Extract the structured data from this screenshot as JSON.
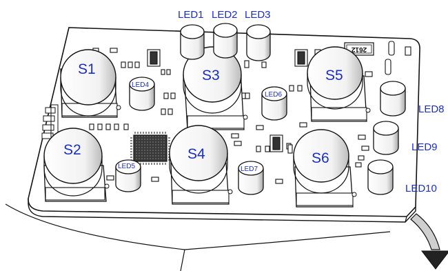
{
  "diagram": {
    "switches": [
      {
        "id": "s1",
        "label": "S1"
      },
      {
        "id": "s2",
        "label": "S2"
      },
      {
        "id": "s3",
        "label": "S3"
      },
      {
        "id": "s4",
        "label": "S4"
      },
      {
        "id": "s5",
        "label": "S5"
      },
      {
        "id": "s6",
        "label": "S6"
      }
    ],
    "leds": [
      {
        "id": "led1",
        "label": "LED1"
      },
      {
        "id": "led2",
        "label": "LED2"
      },
      {
        "id": "led3",
        "label": "LED3"
      },
      {
        "id": "led4",
        "label": "LED4"
      },
      {
        "id": "led5",
        "label": "LED5"
      },
      {
        "id": "led6",
        "label": "LED6"
      },
      {
        "id": "led7",
        "label": "LED7"
      },
      {
        "id": "led8",
        "label": "LED8"
      },
      {
        "id": "led9",
        "label": "LED9"
      },
      {
        "id": "led10",
        "label": "LED10"
      }
    ],
    "chip_marking": "2612",
    "colors": {
      "label": "#1a2ec8",
      "outline": "#111111",
      "board": "#ffffff"
    }
  }
}
